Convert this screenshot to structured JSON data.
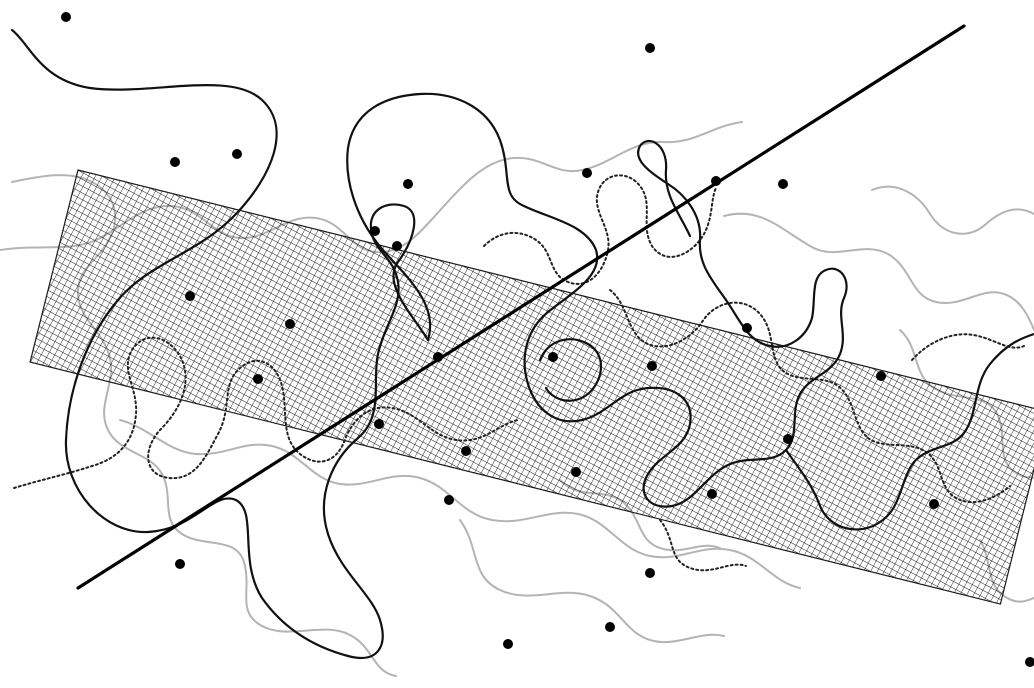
{
  "figure": {
    "kind": "graphic-notation-score",
    "elements": [
      "straight-line",
      "grid-band",
      "solid-curve",
      "light-curve",
      "dotted-curve",
      "point-marks"
    ]
  },
  "colors": {
    "background": "#ffffff",
    "ink": "#111111",
    "grid": "#1a1a1a",
    "light_curve": "#b4b4b4",
    "dotted_curve": "#222222",
    "point": "#000000"
  },
  "point_count": 30
}
